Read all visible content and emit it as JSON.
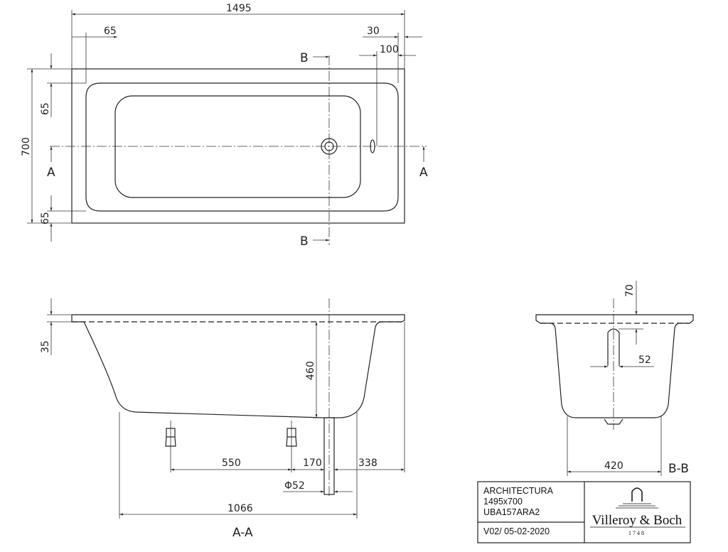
{
  "top_view": {
    "dims": {
      "length": "1495",
      "rim_left": "65",
      "rim_right": "30",
      "overflow_offset": "100",
      "width": "700",
      "rim_top": "65",
      "rim_bottom": "65"
    },
    "section_markers": {
      "a_left": "A",
      "a_right": "A",
      "b_top": "B",
      "b_bottom": "B"
    }
  },
  "section_aa": {
    "title": "A-A",
    "dims": {
      "rim_height": "35",
      "depth": "460",
      "feet_spacing": "550",
      "foot_to_drain": "170",
      "drain_to_end": "338",
      "drain_diameter": "Φ52",
      "bottom_length": "1066"
    }
  },
  "section_bb": {
    "title": "B-B",
    "dims": {
      "overflow_height": "70",
      "overflow_diameter": "52",
      "bottom_width": "420"
    }
  },
  "title_block": {
    "product": "ARCHITECTURA",
    "size": "1495x700",
    "code": "UBA157ARA2",
    "version": "V02/ 05-02-2020",
    "brand": "Villeroy & Boch",
    "brand_year": "1748"
  }
}
